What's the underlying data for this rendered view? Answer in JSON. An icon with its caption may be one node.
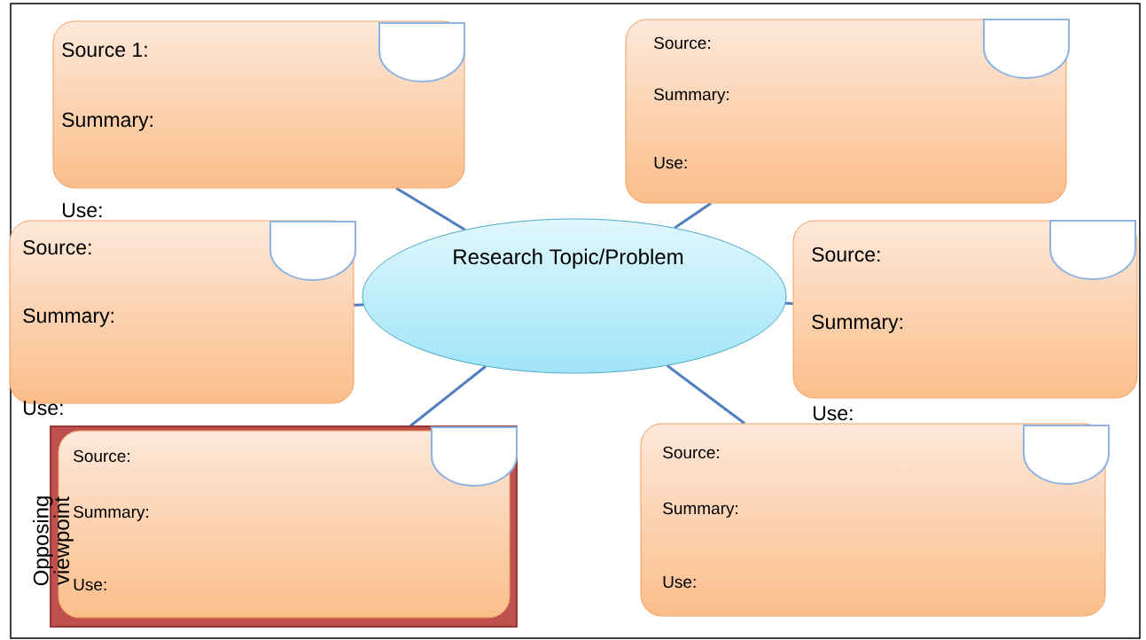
{
  "diagram": {
    "nodes": [
      {
        "text": [
          "Research Topic/Problem"
        ]
      },
      {
        "text": [
          "Source 1:",
          "Summary:"
        ]
      },
      {
        "text": [
          "Source:",
          "Summary:",
          "Use:"
        ]
      },
      {
        "text": [
          "Source:",
          "Summary:"
        ]
      },
      {
        "text": [
          "Source:",
          "Summary:"
        ]
      },
      {
        "text": [
          "Opposing viewpoint"
        ]
      },
      {
        "text": [
          "Source:",
          "Summary:",
          "Use:"
        ],
        "in": 5
      },
      {
        "text": [
          "Source:",
          "Summary:",
          "Use:"
        ]
      }
    ],
    "edges": [
      {
        "from": 0,
        "to": 1,
        "arrow": "none"
      },
      {
        "from": 0,
        "to": 2,
        "arrow": "none"
      },
      {
        "from": 0,
        "to": 3,
        "arrow": "none"
      },
      {
        "from": 0,
        "to": 4,
        "arrow": "none"
      },
      {
        "from": 0,
        "to": 5,
        "arrow": "none"
      },
      {
        "from": 0,
        "to": 7,
        "arrow": "none"
      }
    ],
    "labels": [
      "Use:",
      "Use:",
      "Use:"
    ]
  }
}
